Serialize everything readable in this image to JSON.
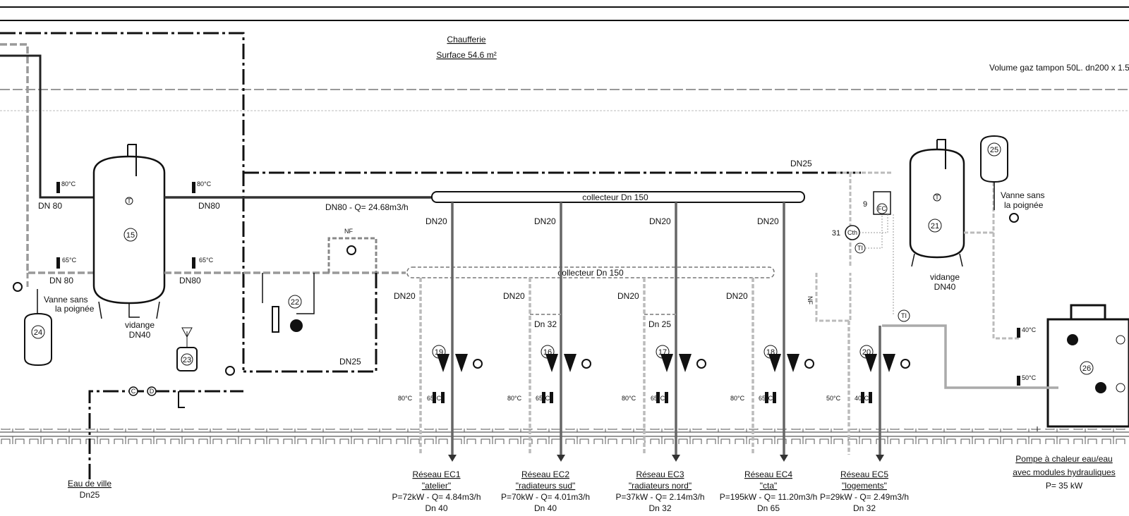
{
  "header": {
    "room_title": "Chaufferie",
    "room_surface": "Surface 54.6 m²",
    "buffer_gas_note": "Volume gaz tampon 50L. dn200 x 1.5"
  },
  "tank15": {
    "number": "15",
    "temp_top_left": "80°C",
    "temp_top_right": "80°C",
    "temp_bottom_left": "65°C",
    "temp_bottom_right": "65°C",
    "pipe_top_left": "DN 80",
    "pipe_top_right": "DN80",
    "pipe_bottom_left": "DN 80",
    "pipe_bottom_right": "DN80",
    "drain_label": "vidange",
    "drain_size": "DN40",
    "thermo_symbol": "T"
  },
  "flow_note": "DN80 - Q= 24.68m3/h",
  "collectors": {
    "supply": "collecteur Dn 150",
    "return": "collecteur Dn 150"
  },
  "left_equipment": {
    "valve_label_1": "Vanne sans",
    "valve_label_2": "la poignée",
    "vessel_number": "24",
    "softener_number": "23",
    "pump_number": "22",
    "nf_label": "NF",
    "dn25_label": "DN25",
    "city_water": "Eau de ville",
    "city_water_size": "Dn25",
    "c_symbol": "C",
    "d_symbol": "D"
  },
  "right_equipment": {
    "dn25_label": "DN25",
    "controller_number": "9",
    "controller_label": "FC",
    "cth_number": "31",
    "cth_label": "Cth",
    "ti_label_1": "TI",
    "ti_label_2": "TI",
    "nf_label": "NF",
    "tank_number": "21",
    "thermo_symbol": "T",
    "expansion_number": "25",
    "valve_label_1": "Vanne sans",
    "valve_label_2": "la poignée",
    "drain_label": "vidange",
    "drain_size": "DN40",
    "hp_number": "26",
    "hp_temp_out": "40°C",
    "hp_temp_in": "50°C",
    "hp_title_1": "Pompe à chaleur eau/eau",
    "hp_title_2": "avec modules hydrauliques",
    "hp_power": "P= 35 kW"
  },
  "circuits": [
    {
      "pump": "19",
      "dn": "DN20",
      "bypass_dn": "",
      "t_in": "80°C",
      "t_out": "65°C",
      "name": "Réseau EC1",
      "desc": "\"atelier\"",
      "perf": "P=72kW - Q= 4.84m3/h",
      "size": "Dn 40"
    },
    {
      "pump": "16",
      "dn": "DN20",
      "bypass_dn": "Dn 32",
      "t_in": "80°C",
      "t_out": "65°C",
      "name": "Réseau EC2",
      "desc": "\"radiateurs sud\"",
      "perf": "P=70kW - Q= 4.01m3/h",
      "size": "Dn 40"
    },
    {
      "pump": "17",
      "dn": "DN20",
      "bypass_dn": "Dn 25",
      "t_in": "80°C",
      "t_out": "65°C",
      "name": "Réseau EC3",
      "desc": "\"radiateurs nord\"",
      "perf": "P=37kW - Q= 2.14m3/h",
      "size": "Dn 32"
    },
    {
      "pump": "18",
      "dn": "DN20",
      "bypass_dn": "",
      "t_in": "80°C",
      "t_out": "65°C",
      "name": "Réseau EC4",
      "desc": "\"cta\"",
      "perf": "P=195kW - Q= 11.20m3/h",
      "size": "Dn 65"
    },
    {
      "pump": "20",
      "dn": "",
      "bypass_dn": "",
      "t_in": "50°C",
      "t_out": "40°C",
      "name": "Réseau EC5",
      "desc": "\"logements\"",
      "perf": "P=29kW - Q= 2.49m3/h",
      "size": "Dn 32"
    }
  ]
}
